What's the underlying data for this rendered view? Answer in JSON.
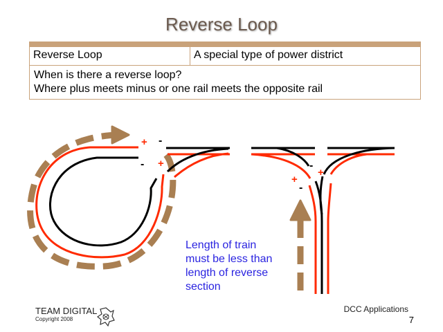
{
  "title": "Reverse Loop",
  "definition": {
    "term": "Reverse Loop",
    "description": "A special type of power district",
    "question": "When is there a reverse loop?",
    "answer": "Where plus meets minus or one rail meets the opposite rail"
  },
  "diagram": {
    "polarity_labels": {
      "loop_top_red": "+",
      "loop_top_black": "-",
      "loop_bottom_black": "-",
      "loop_bottom_red": "+",
      "wye_minus_right": "-",
      "wye_plus_right": "+",
      "wye_plus_left": "+",
      "wye_minus_left": "-"
    },
    "colors": {
      "rail_red": "#ff2a00",
      "rail_black": "#000000",
      "arrow_brown": "#a97f52",
      "note_blue": "#2a23e0",
      "table_border": "#c9a27a"
    },
    "note_lines": [
      "Length of train",
      "must be less than",
      "length of reverse",
      "section"
    ]
  },
  "footer": {
    "brand": "TEAM DIGITAL",
    "copyright": "Copyright 2008",
    "logo_icon": "team-digital-logo-icon",
    "section": "DCC Applications",
    "page": "7"
  }
}
